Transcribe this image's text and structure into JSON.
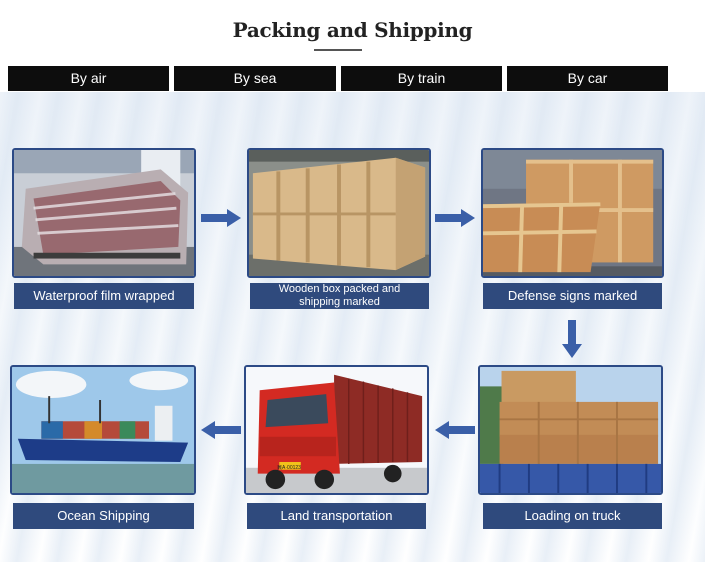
{
  "header": {
    "title": "Packing and Shipping"
  },
  "modes": [
    "By air",
    "By sea",
    "By train",
    "By car"
  ],
  "steps": {
    "film": "Waterproof film wrapped",
    "wooden": "Wooden box packed and\nshipping marked",
    "defense": "Defense signs marked",
    "truck": "Loading on truck",
    "land": "Land transportation",
    "ocean": "Ocean Shipping"
  },
  "truck_photo": {
    "plate": "冀A·00123"
  },
  "colors": {
    "caption_bg": "#2f4a7d",
    "arrow": "#3a5fa8",
    "mode_bar": "#0d0d0d",
    "photo_border": "#2c4a86"
  }
}
